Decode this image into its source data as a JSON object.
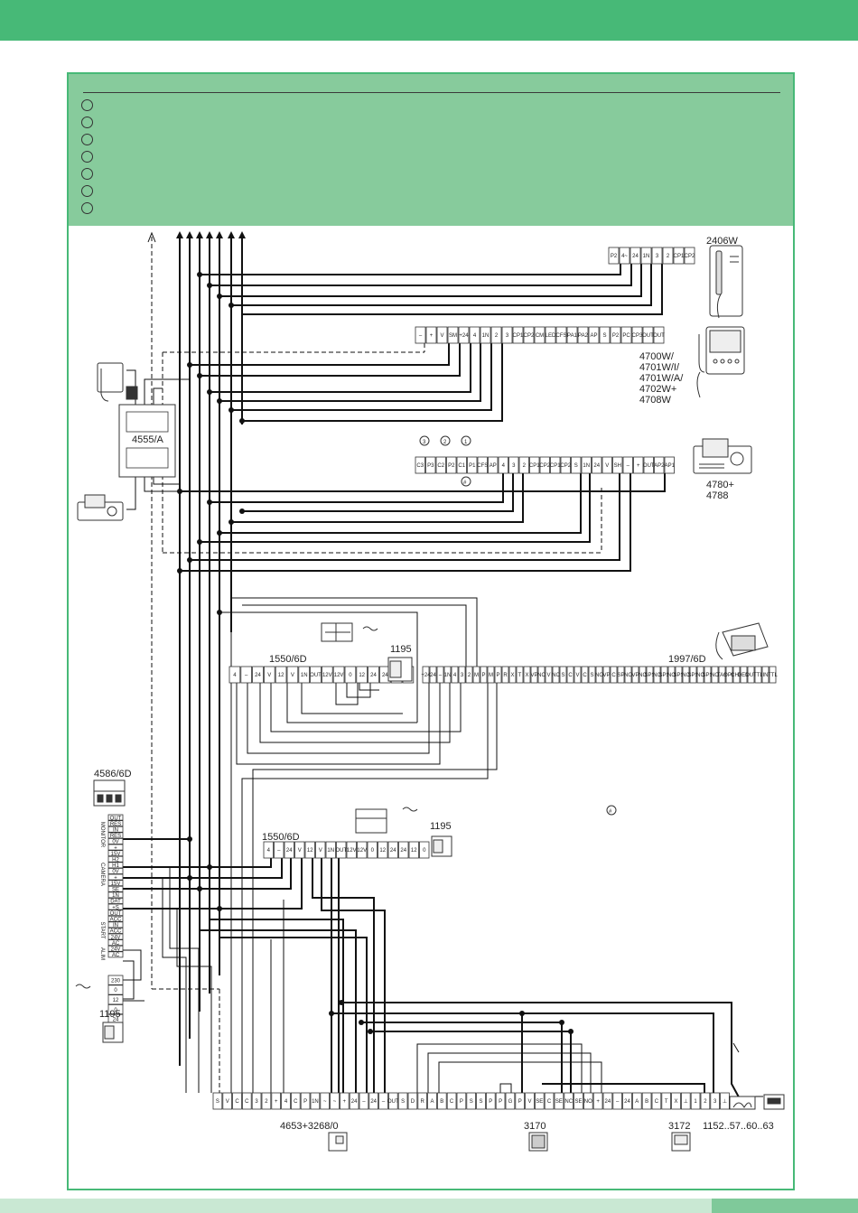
{
  "colors": {
    "accent": "#47b977",
    "legend_bg": "#87cb9c",
    "footer_light": "#c9e8d3",
    "footer_tab": "#7fc99a",
    "wire": "#111111"
  },
  "legend": {
    "item_count": 7
  },
  "devices": {
    "handset_2406": "2406W",
    "monitor_4700": [
      "4700W/",
      "4701W/I/",
      "4701W/A/",
      "4702W+",
      "4708W"
    ],
    "module_4555": "4555/A",
    "console_4780": [
      "4780+",
      "4788"
    ],
    "switchboard_1997": "1997/6D",
    "power_1550_a": "1550/6D",
    "power_1195_a": "1195",
    "module_4586": "4586/6D",
    "power_1550_b": "1550/6D",
    "power_1195_b": "1195",
    "power_1195_c": "1195",
    "panel_4653": "4653+3268/0",
    "panel_3170": "3170",
    "panel_3172": "3172",
    "lock_1152": "1152..57..60..63"
  },
  "markers": {
    "m1": "1",
    "m2": "2",
    "m3": "3",
    "hash": "#"
  },
  "terminals": {
    "t2406": [
      "P2",
      "4~",
      "24",
      "1N",
      "3",
      "2",
      "CP1",
      "CP2"
    ],
    "t4700": [
      "–",
      "+",
      "V",
      "SM",
      "+24",
      "4",
      "1N",
      "2",
      "3",
      "CP1",
      "CP2",
      "CM",
      "LED",
      "CFS",
      "PA1",
      "PA2",
      "AP",
      "S",
      "P2",
      "PC",
      "CP3",
      "OUT",
      "OUT"
    ],
    "t4780": [
      "C3",
      "P3",
      "C2",
      "P2",
      "C1",
      "P1",
      "CFS",
      "AP",
      "4",
      "3",
      "2",
      "CP1",
      "CP2",
      "CP1",
      "CP2",
      "S",
      "1N",
      "24",
      "V",
      "SH",
      "–",
      "+",
      "OUT",
      "AP2",
      "AP1"
    ],
    "t1550a": [
      "4",
      "–",
      "24",
      "V",
      "12",
      "V",
      "1N",
      "OUT",
      "12V",
      "12V",
      "0",
      "12",
      "24",
      "24",
      "12",
      "0"
    ],
    "t1997": [
      "+24",
      "24",
      "–",
      "1N",
      "4",
      "3",
      "2",
      "M",
      "P",
      "M",
      "P",
      "R",
      "X",
      "T",
      "X",
      "VP",
      "NC",
      "V",
      "NC",
      "S",
      "C",
      "V",
      "C",
      "S",
      "NO",
      "VP",
      "C",
      "SP",
      "NO",
      "VP",
      "NC",
      "SPS",
      "NC",
      "SPS",
      "NO",
      "SPS",
      "NC",
      "SPS",
      "NC",
      "SPS",
      "NO",
      "TAS",
      "OPE",
      "CHS",
      "DEM",
      "OUT",
      "TTL",
      "IN",
      "TTL"
    ],
    "t4586": [
      "OUT",
      "RES",
      "IN",
      "RES",
      "0V",
      "+",
      "15V",
      "H2",
      "H1",
      "0V",
      "+",
      "15V",
      "SE",
      "1N",
      "DAT",
      "+S",
      "OUT",
      "ACC",
      "IN",
      "ACC",
      "24V",
      "AC",
      "24V",
      "AC"
    ],
    "t4586_groups": [
      "MONITOR",
      "CAMERA",
      "START",
      "ALIM"
    ],
    "t1195c": [
      "230",
      "0",
      "12",
      "0",
      "24"
    ],
    "t1550b": [
      "4",
      "–",
      "24",
      "V",
      "12",
      "V",
      "1N",
      "OUT",
      "12V",
      "12V",
      "0",
      "12",
      "24",
      "24",
      "12",
      "0"
    ],
    "t_bottom": [
      "S",
      "V",
      "C",
      "C",
      "3",
      "2",
      "+",
      "4",
      "C",
      "P",
      "1N",
      "~",
      "~",
      "+",
      "24",
      "–",
      "24",
      "–",
      "OUT",
      "S",
      "D",
      "R",
      "A",
      "B",
      "C",
      "P",
      "S",
      "S",
      "P",
      "P",
      "G",
      "P",
      "V",
      "SE",
      "C",
      "SE",
      "NC",
      "SE",
      "NO",
      "+",
      "24",
      "–",
      "24",
      "A",
      "B",
      "C",
      "T",
      "X",
      "⊥",
      "1",
      "2",
      "3",
      "⊥"
    ]
  }
}
